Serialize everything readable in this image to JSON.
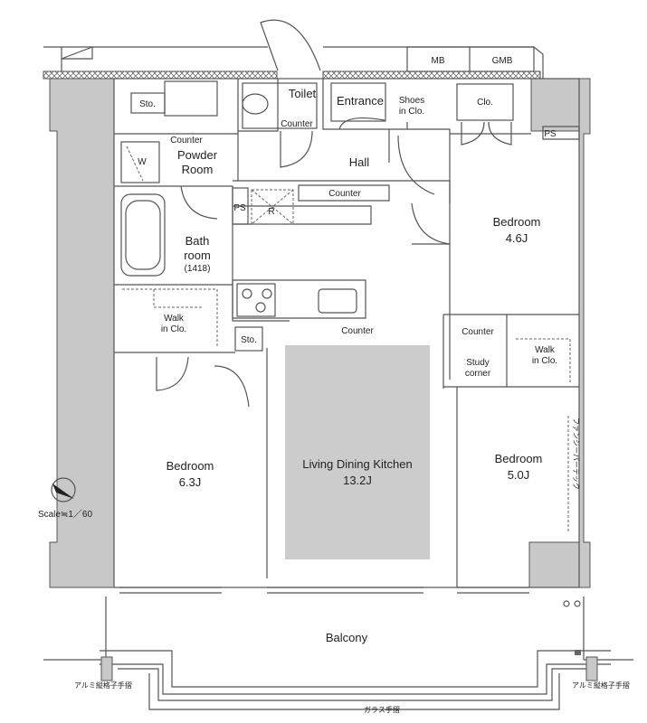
{
  "plan": {
    "rooms": {
      "toilet": "Toilet",
      "entrance": "Entrance",
      "shoes_closet": [
        "Shoes",
        "in Clo."
      ],
      "closet_top": "Clo.",
      "mb": "MB",
      "gmb": "GMB",
      "ps_right": "PS",
      "storage_top": "Sto.",
      "powder_counter": "Counter",
      "toilet_counter": "Counter",
      "washer": "W",
      "powder_room": [
        "Powder",
        "Room"
      ],
      "hall": "Hall",
      "hall_counter": "Counter",
      "ps_left": "PS",
      "refrigerator": "R",
      "bath_room": [
        "Bath",
        "room",
        "(1418)"
      ],
      "bedroom_nw": [
        "Bedroom",
        "4.6J"
      ],
      "walk_in_left": [
        "Walk",
        "in Clo."
      ],
      "storage_kitchen": "Sto.",
      "kitchen_counter": "Counter",
      "counter_right": "Counter",
      "study_corner": [
        "Study",
        "corner"
      ],
      "walk_in_right": [
        "Walk",
        "in Clo."
      ],
      "bedroom_sw": [
        "Bedroom",
        "6.3J"
      ],
      "ldk": [
        "Living Dining Kitchen",
        "13.2J"
      ],
      "bedroom_se": [
        "Bedroom",
        "5.0J"
      ],
      "partition": "ファンシーパーテック",
      "balcony": "Balcony"
    },
    "scale": "Scale≒1／60",
    "notes": {
      "alu_rail_left": "アルミ縦格子手摺",
      "alu_rail_right": "アルミ縦格子手摺",
      "glass_rail": "ガラス手摺"
    },
    "colors": {
      "wall": "#c8c8c8",
      "ldk_fill": "#cccccc",
      "line": "#555555"
    }
  }
}
